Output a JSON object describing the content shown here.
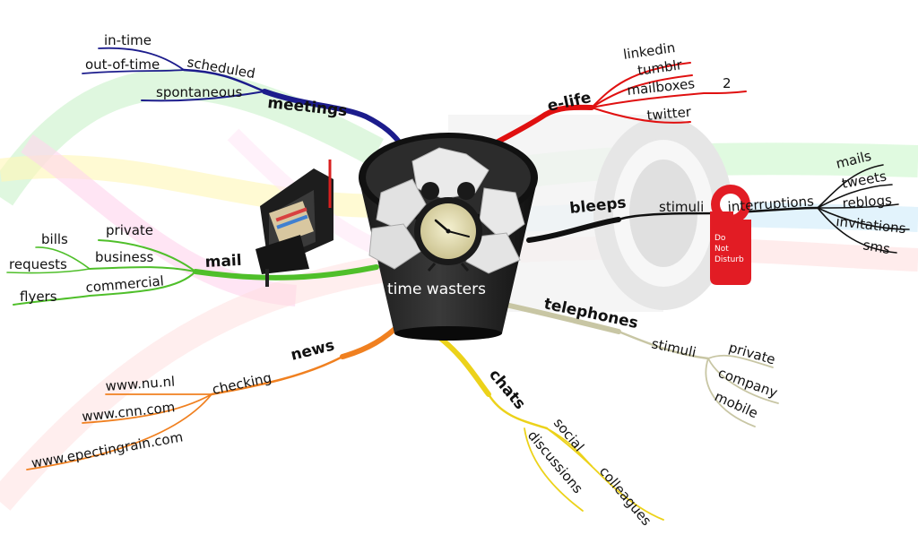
{
  "center": {
    "label": "time wasters"
  },
  "door_sign": [
    "Do",
    "Not",
    "Disturb"
  ],
  "branches": {
    "meetings": {
      "label": "meetings",
      "color": "#1c1c8c",
      "scheduled": "scheduled",
      "in_time": "in-time",
      "out_of_time": "out-of-time",
      "spontaneous": "spontaneous"
    },
    "elife": {
      "label": "e-life",
      "color": "#e01010",
      "items": [
        "linkedin",
        "tumblr",
        "mailboxes",
        "twitter"
      ],
      "count": "2"
    },
    "bleeps": {
      "label": "bleeps",
      "color": "#111111",
      "stimuli": "stimuli",
      "interruptions": "interruptions",
      "items": [
        "mails",
        "tweets",
        "reblogs",
        "invitations",
        "sms"
      ]
    },
    "mail": {
      "label": "mail",
      "color": "#4fbf2a",
      "private": "private",
      "business": "business",
      "bills": "bills",
      "requests": "requests",
      "commercial": "commercial",
      "flyers": "flyers"
    },
    "telephones": {
      "label": "telephones",
      "color": "#c8c6a4",
      "stimuli": "stimuli",
      "items": [
        "private",
        "company",
        "mobile"
      ]
    },
    "news": {
      "label": "news",
      "color": "#f08020",
      "checking": "checking",
      "items": [
        "www.nu.nl",
        "www.cnn.com",
        "www.epectingrain.com"
      ]
    },
    "chats": {
      "label": "chats",
      "color": "#ecd21a",
      "social": "social",
      "colleagues": "colleagues",
      "discussions": "discussions"
    }
  }
}
